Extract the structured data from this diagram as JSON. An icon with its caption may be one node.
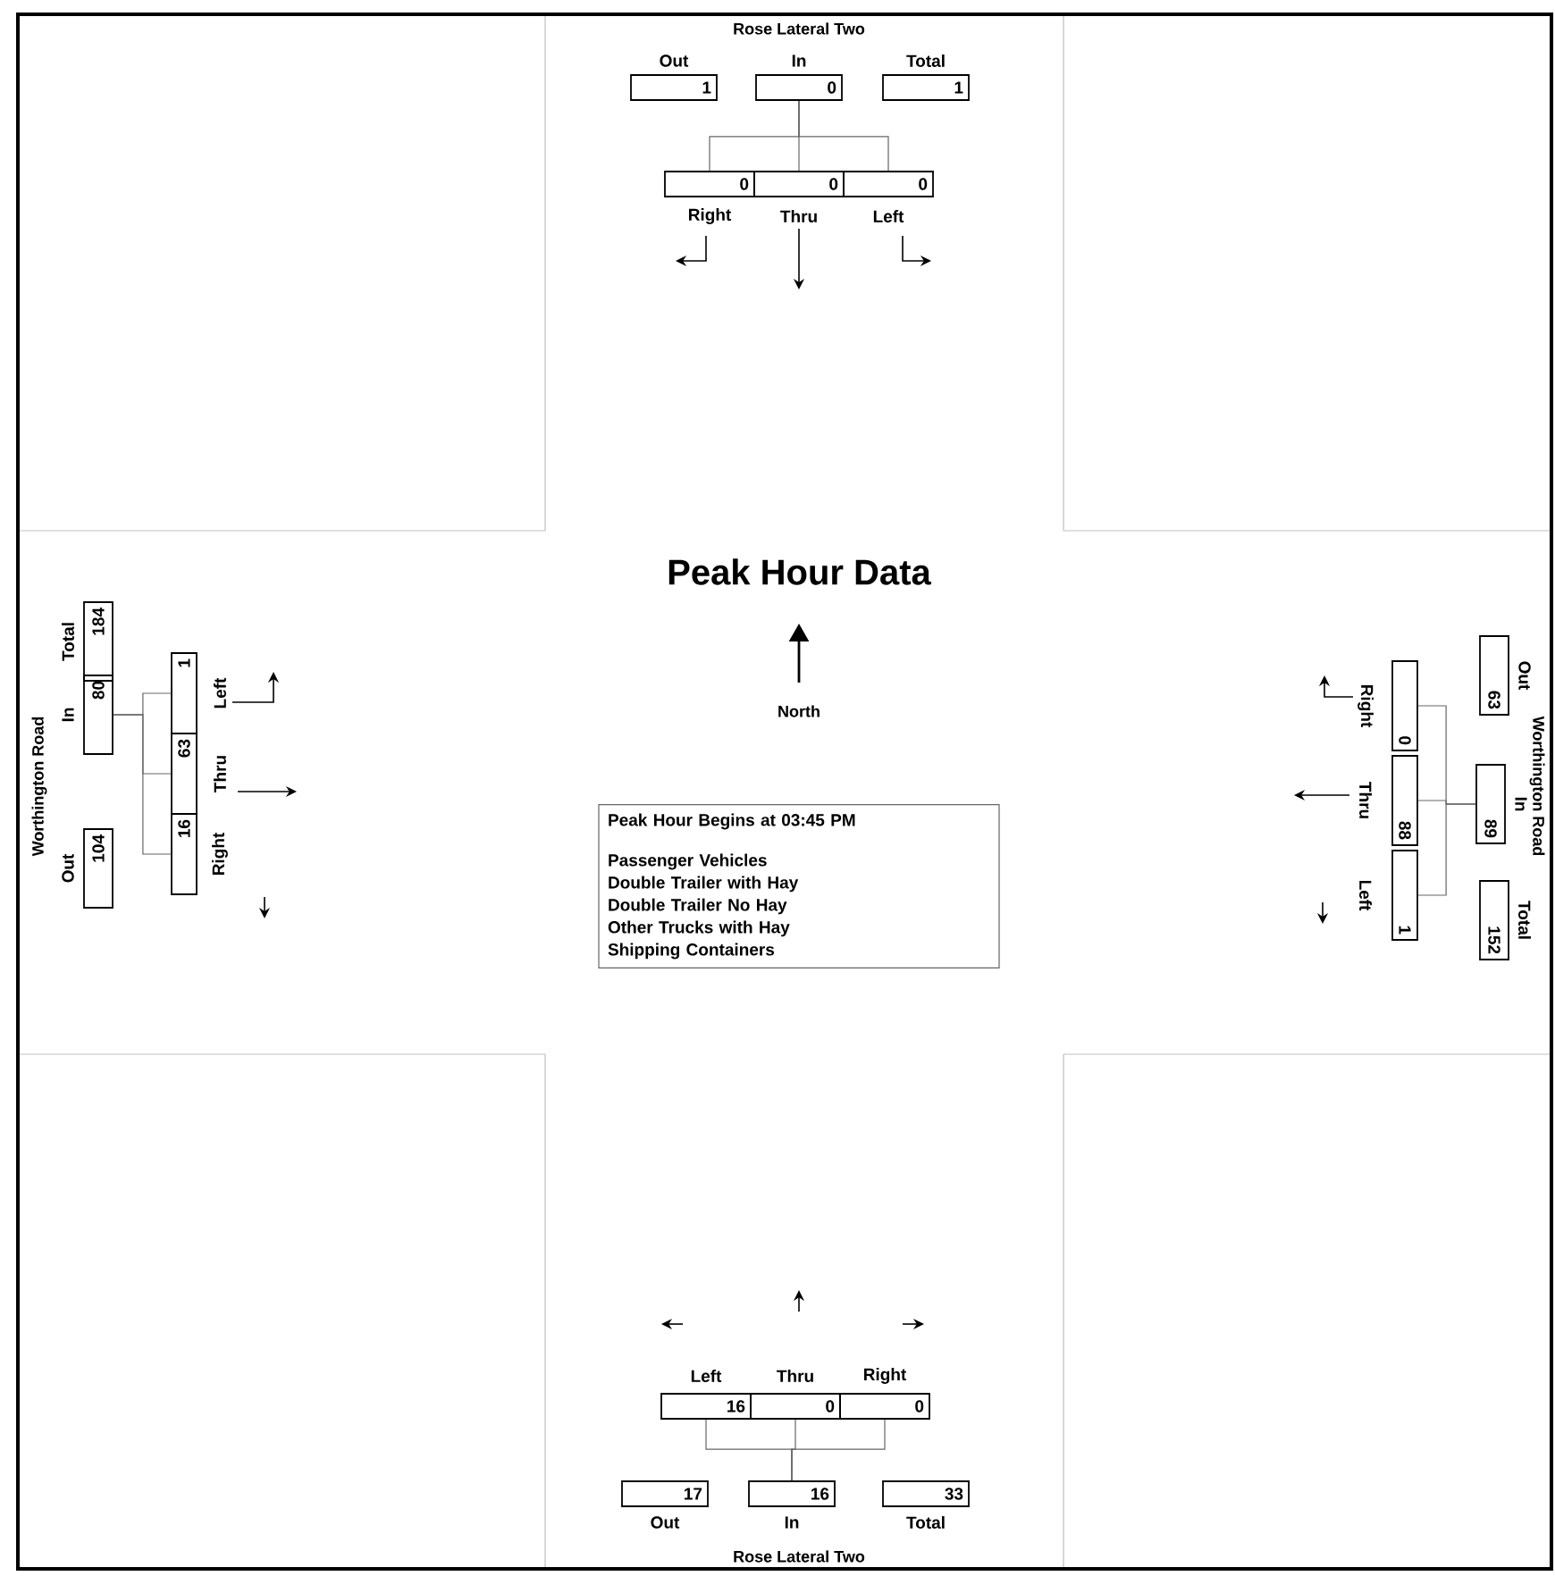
{
  "diagram": {
    "nodes": [
      {
        "text": [
          "Out",
          "1"
        ]
      },
      {
        "text": [
          "In",
          "0"
        ]
      },
      {
        "text": [
          "Total",
          "1"
        ]
      },
      {
        "text": [
          "0",
          "Right"
        ]
      },
      {
        "text": [
          "0",
          "Thru"
        ]
      },
      {
        "text": [
          "0",
          "Left"
        ]
      },
      {
        "text": [
          "Total",
          "184"
        ]
      },
      {
        "text": [
          "In",
          "80"
        ]
      },
      {
        "text": [
          "Out",
          "104"
        ]
      },
      {
        "text": [
          "1",
          "Left"
        ]
      },
      {
        "text": [
          "63",
          "Thru"
        ]
      },
      {
        "text": [
          "16",
          "Right"
        ]
      },
      {
        "text": [
          "Peak Hour Begins at 03:45 PM",
          "Passenger Vehicles",
          "Double Trailer with Hay",
          "Double Trailer No Hay",
          "Other Trucks with Hay",
          "Shipping Containers"
        ]
      },
      {
        "text": [
          "Out",
          "63"
        ]
      },
      {
        "text": [
          "In",
          "89"
        ]
      },
      {
        "text": [
          "Total",
          "152"
        ]
      },
      {
        "text": [
          "0",
          "Right"
        ]
      },
      {
        "text": [
          "88",
          "Thru"
        ]
      },
      {
        "text": [
          "1",
          "Left"
        ]
      },
      {
        "text": [
          "16",
          "Left"
        ]
      },
      {
        "text": [
          "0",
          "Thru"
        ]
      },
      {
        "text": [
          "0",
          "Right"
        ]
      },
      {
        "text": [
          "Out",
          "17"
        ]
      },
      {
        "text": [
          "In",
          "16"
        ]
      },
      {
        "text": [
          "Total",
          "33"
        ]
      }
    ],
    "edges": [
      {
        "from": 1,
        "to": 3,
        "arrow": "none"
      },
      {
        "from": 1,
        "to": 4,
        "arrow": "none"
      },
      {
        "from": 1,
        "to": 5,
        "arrow": "none"
      },
      {
        "from": 7,
        "to": 9,
        "arrow": "none"
      },
      {
        "from": 7,
        "to": 10,
        "arrow": "none"
      },
      {
        "from": 7,
        "to": 11,
        "arrow": "none"
      },
      {
        "from": 14,
        "to": 16,
        "arrow": "none"
      },
      {
        "from": 14,
        "to": 17,
        "arrow": "none"
      },
      {
        "from": 14,
        "to": 18,
        "arrow": "none"
      },
      {
        "from": 23,
        "to": 19,
        "arrow": "none"
      },
      {
        "from": 23,
        "to": 20,
        "arrow": "none"
      },
      {
        "from": 23,
        "to": 21,
        "arrow": "none"
      }
    ],
    "labels": [
      "Rose Lateral Two",
      "Peak Hour Data",
      "North",
      "Worthington Road",
      "Worthington Road",
      "Rose Lateral Two"
    ]
  }
}
